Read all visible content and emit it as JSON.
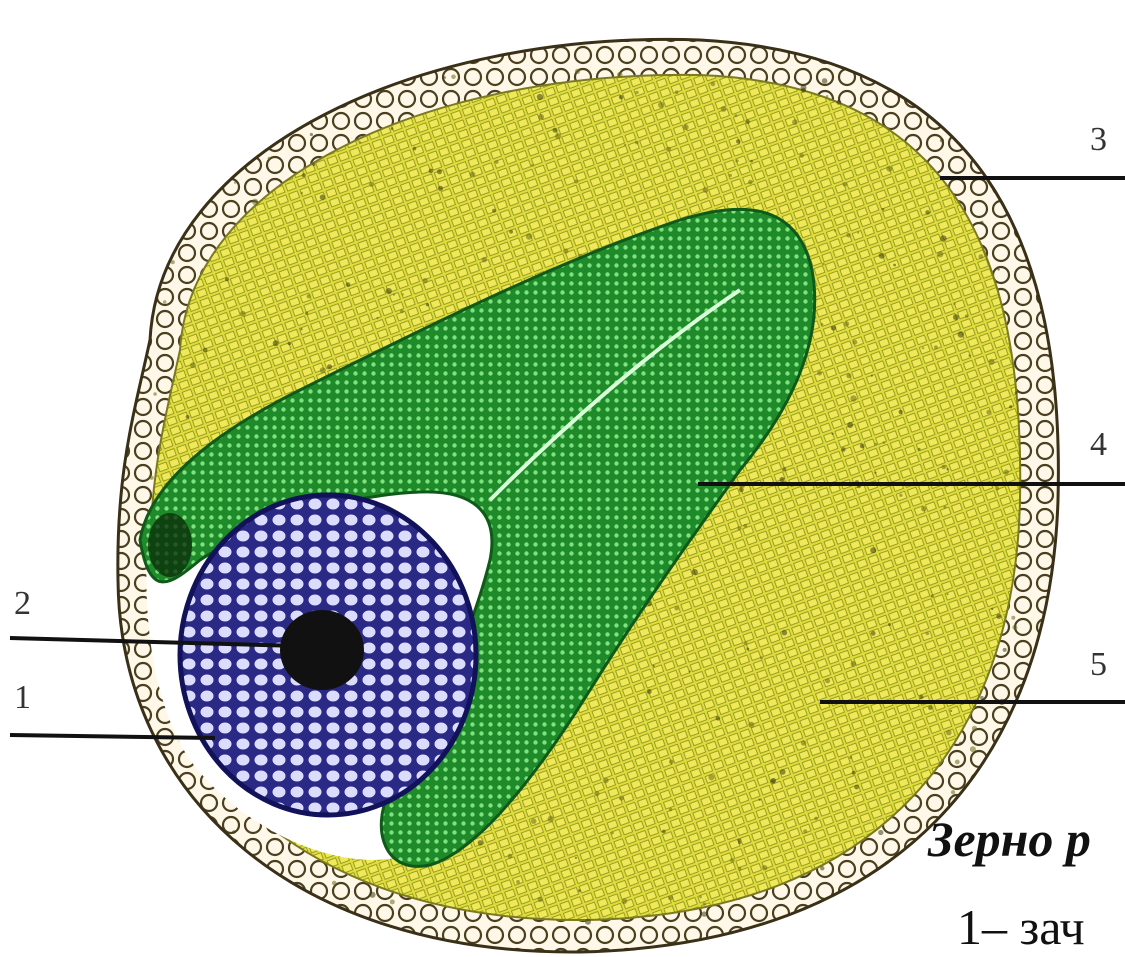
{
  "figure": {
    "colors": {
      "background": "#ffffff",
      "shell_rim": "#fff8e8",
      "endosperm": "#dede3a",
      "embryo": "#1f8a2a",
      "embryo_cells": "#7fe07f",
      "core": "#2a2a86",
      "core_cells": "#dcdcff",
      "center": "#111111",
      "leader": "#111111"
    },
    "labels": {
      "l1": "1",
      "l2": "2",
      "l3": "3",
      "l4": "4",
      "l5": "5"
    }
  },
  "caption": {
    "title": "Зерно р",
    "line1": "1– зач"
  }
}
